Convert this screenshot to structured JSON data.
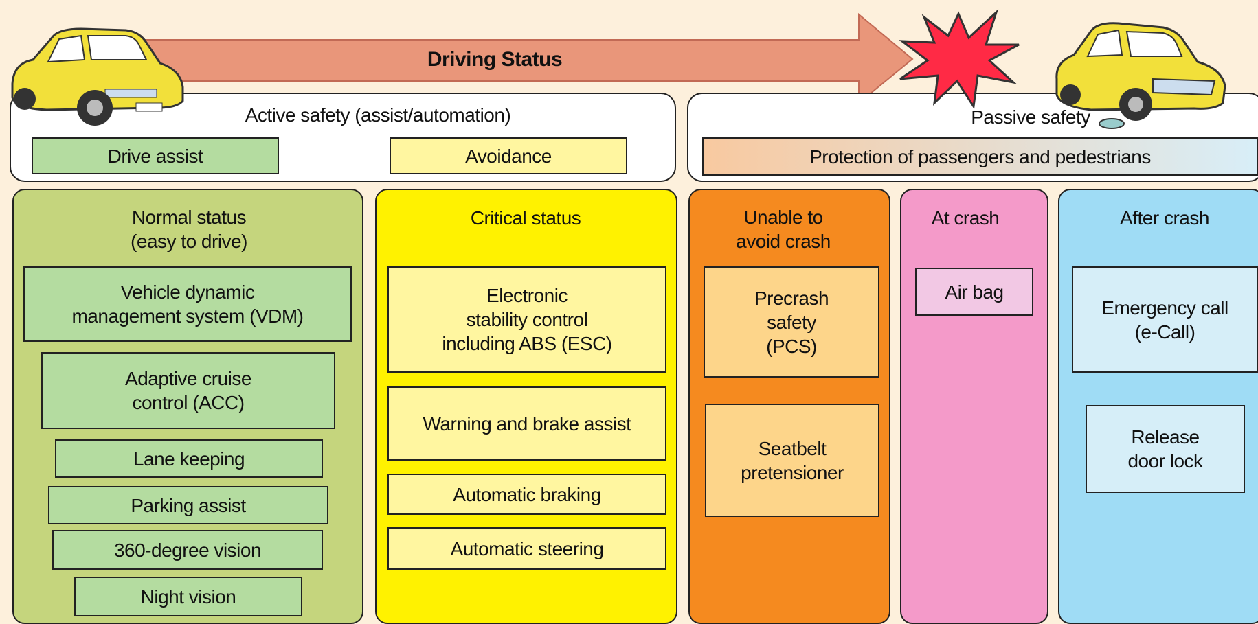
{
  "banner": {
    "label": "Driving Status"
  },
  "active_panel": {
    "title": "Active safety (assist/automation)",
    "drive_assist": "Drive assist",
    "avoidance": "Avoidance"
  },
  "passive_panel": {
    "title": "Passive safety",
    "protection": "Protection of passengers and pedestrians"
  },
  "columns": {
    "normal": {
      "title": "Normal status\n(easy to drive)",
      "items": [
        "Vehicle dynamic\nmanagement system (VDM)",
        "Adaptive cruise\ncontrol (ACC)",
        "Lane keeping",
        "Parking assist",
        "360-degree vision",
        "Night vision"
      ]
    },
    "critical": {
      "title": "Critical status",
      "items": [
        "Electronic\nstability control\nincluding ABS (ESC)",
        "Warning and brake assist",
        "Automatic braking",
        "Automatic steering"
      ]
    },
    "unable": {
      "title": "Unable to\navoid crash",
      "items": [
        "Precrash\nsafety\n(PCS)",
        "Seatbelt\npretensioner"
      ]
    },
    "at_crash": {
      "title": "At crash",
      "items": [
        "Air bag"
      ]
    },
    "after_crash": {
      "title": "After crash",
      "items": [
        "Emergency call\n(e-Call)",
        "Release\ndoor lock"
      ]
    }
  },
  "colors": {
    "normal": "#c5d57d",
    "critical": "#fff200",
    "unable": "#f58a1f",
    "at_crash": "#f49ac9",
    "after_crash": "#9fdcf5",
    "arrow": "#e9967a"
  }
}
